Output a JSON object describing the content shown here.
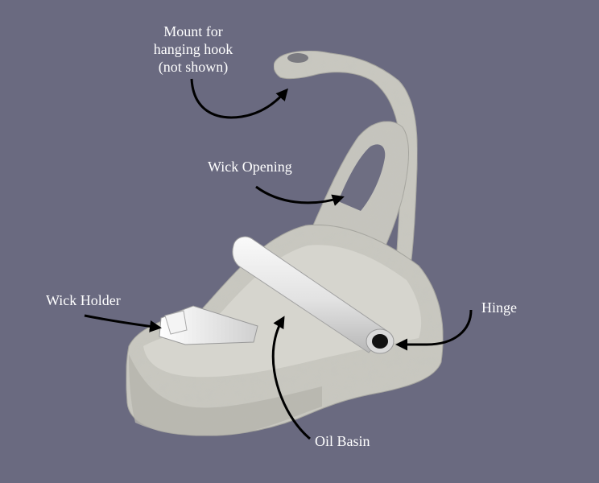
{
  "labels": {
    "mount": [
      "Mount for",
      "hanging hook",
      "(not shown)"
    ],
    "wick_opening": "Wick Opening",
    "wick_holder": "Wick Holder",
    "hinge": "Hinge",
    "oil_basin": "Oil Basin"
  },
  "colors": {
    "background": "#6a6a80",
    "part": "#c9c8c0",
    "part_shadow": "#a9a8a0",
    "tube": "#eeeeee",
    "arrow": "#000000",
    "label_text": "#ffffff"
  }
}
